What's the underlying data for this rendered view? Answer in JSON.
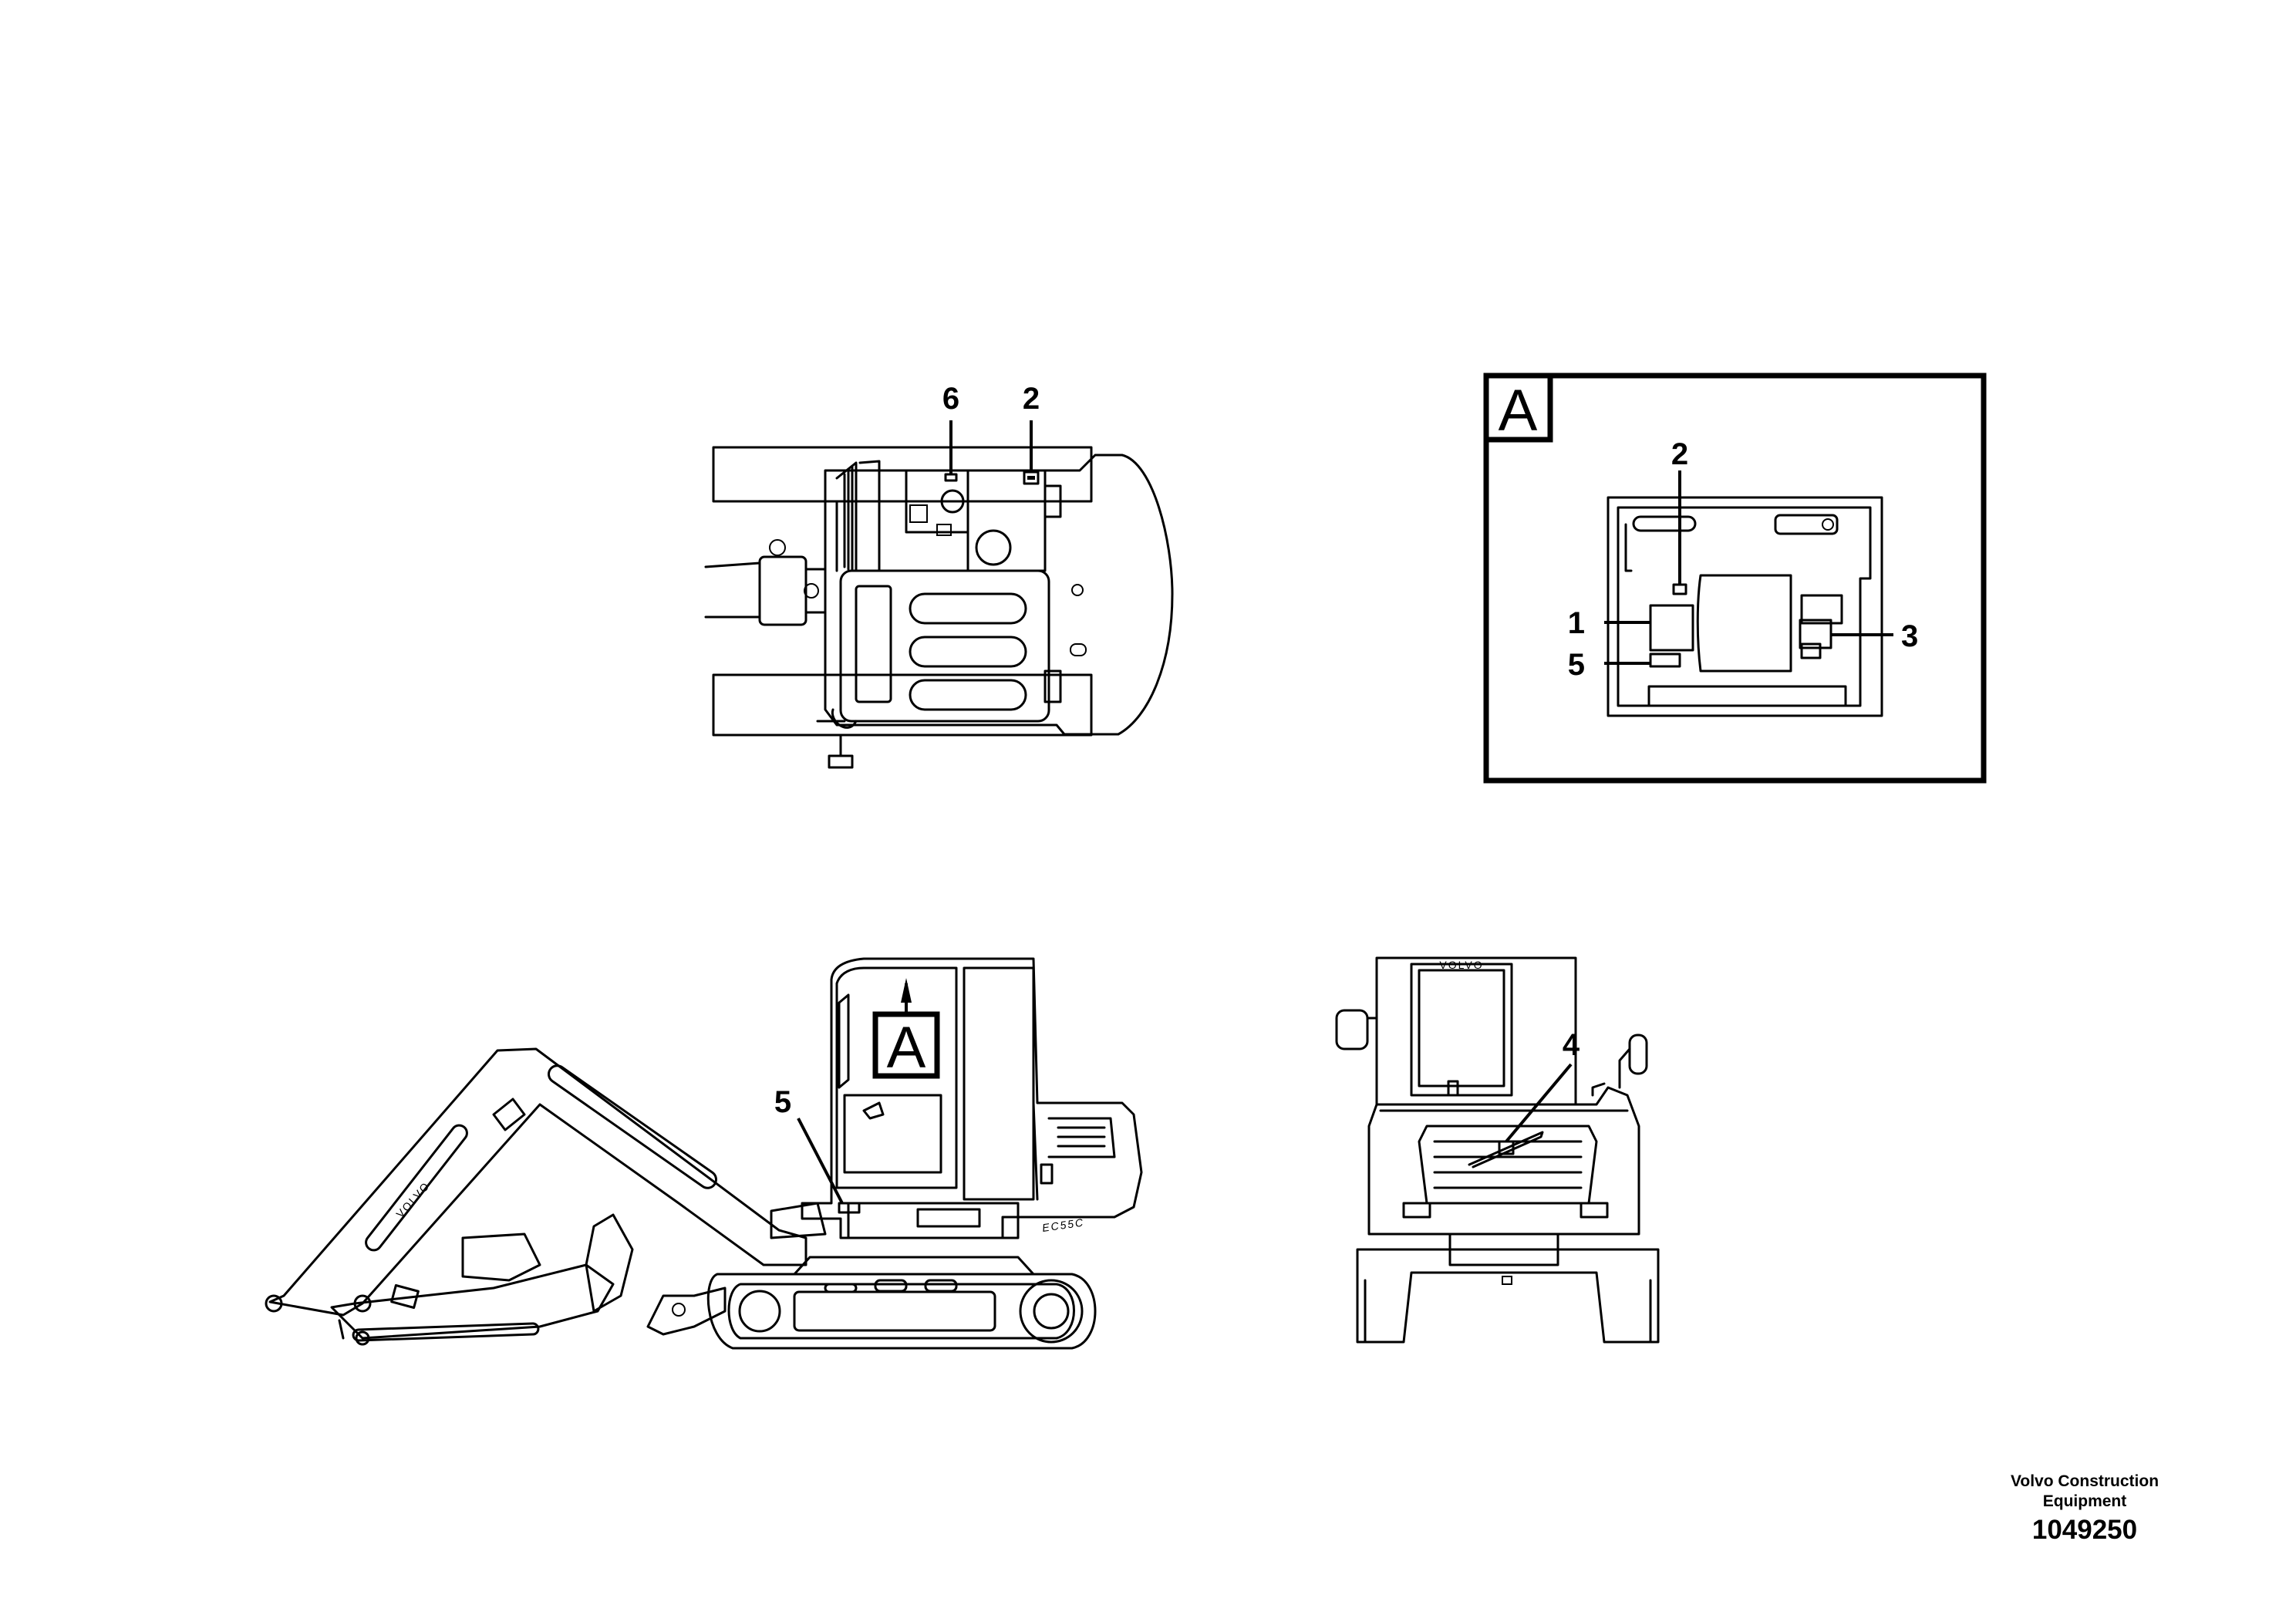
{
  "callouts": {
    "top_view": [
      "6",
      "2"
    ],
    "detail_a": [
      "2",
      "1",
      "5",
      "3"
    ],
    "side_view": [
      "5"
    ],
    "rear_view": [
      "4"
    ]
  },
  "detail_letter": "A",
  "brand_marks": {
    "boom": "VOLVO",
    "rear_window": "VOLVO",
    "model_badge": "EC55C"
  },
  "footer": {
    "company_line1": "Volvo Construction",
    "company_line2": "Equipment",
    "drawing_number": "1049250"
  }
}
